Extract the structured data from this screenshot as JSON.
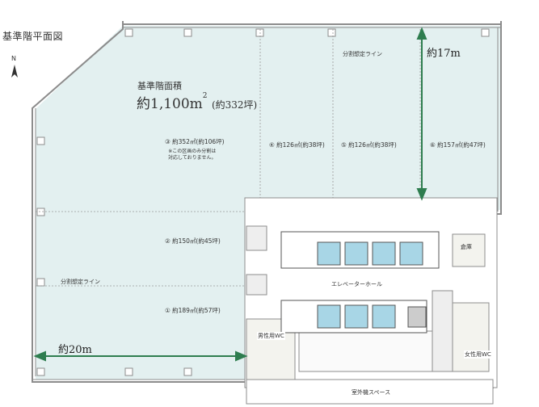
{
  "title": "基準階平面図",
  "compass": {
    "label": "N"
  },
  "area": {
    "heading": "基準階面積",
    "prefix": "約",
    "value": "1,100",
    "unit": "m",
    "unit_sup": "2",
    "tsubo": "(約332坪)"
  },
  "zones": [
    {
      "label": "③ 約352㎡(約106坪)",
      "note": [
        "※この区画のみ分割は",
        "対応しておりません。"
      ]
    },
    {
      "label": "④ 約126㎡(約38坪)"
    },
    {
      "label": "⑤ 約126㎡(約38坪)"
    },
    {
      "label": "⑥ 約157㎡(約47坪)"
    },
    {
      "label": "② 約150㎡(約45坪)"
    },
    {
      "label": "① 約189㎡(約57坪)"
    }
  ],
  "division_line_label": "分割想定ライン",
  "division_line_label_2": "分割想定ライン",
  "dimensions": {
    "height": "約17m",
    "width": "約20m"
  },
  "core": {
    "elevator_hall": "エレベーターホール",
    "storage": "倉庫",
    "mens_wc": "男性用WC",
    "womens_wc": "女性用WC",
    "outdoor_unit_space": "室外機スペース"
  },
  "colors": {
    "office_fill": "#e3f0f0",
    "wall": "#8c8c8c",
    "arrow": "#2e7d4f",
    "elevator": "#a8d6e6"
  }
}
